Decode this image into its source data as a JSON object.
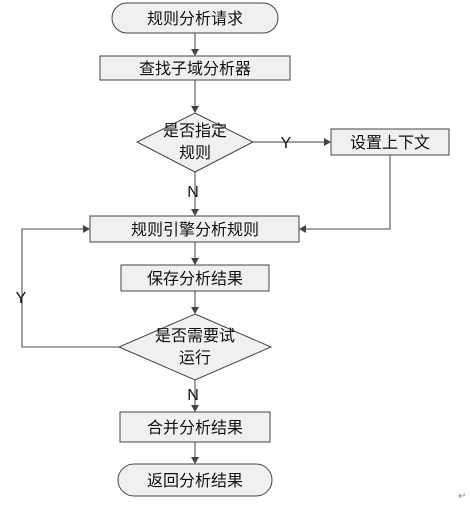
{
  "flowchart": {
    "nodes": {
      "request": "规则分析请求",
      "find_analyzer": "查找子域分析器",
      "specified_rule_line1": "是否指定",
      "specified_rule_line2": "规则",
      "set_context": "设置上下文",
      "engine_analyze": "规则引擎分析规则",
      "save_result": "保存分析结果",
      "need_trial_line1": "是否需要试",
      "need_trial_line2": "运行",
      "merge_result": "合并分析结果",
      "return_result": "返回分析结果"
    },
    "edge_labels": {
      "specified_yes": "Y",
      "specified_no": "N",
      "trial_yes": "Y",
      "trial_no": "N"
    },
    "colors": {
      "node_fill": "#f0f0f0",
      "stroke": "#444444",
      "text": "#111111"
    }
  },
  "paragraph_mark": "↵"
}
